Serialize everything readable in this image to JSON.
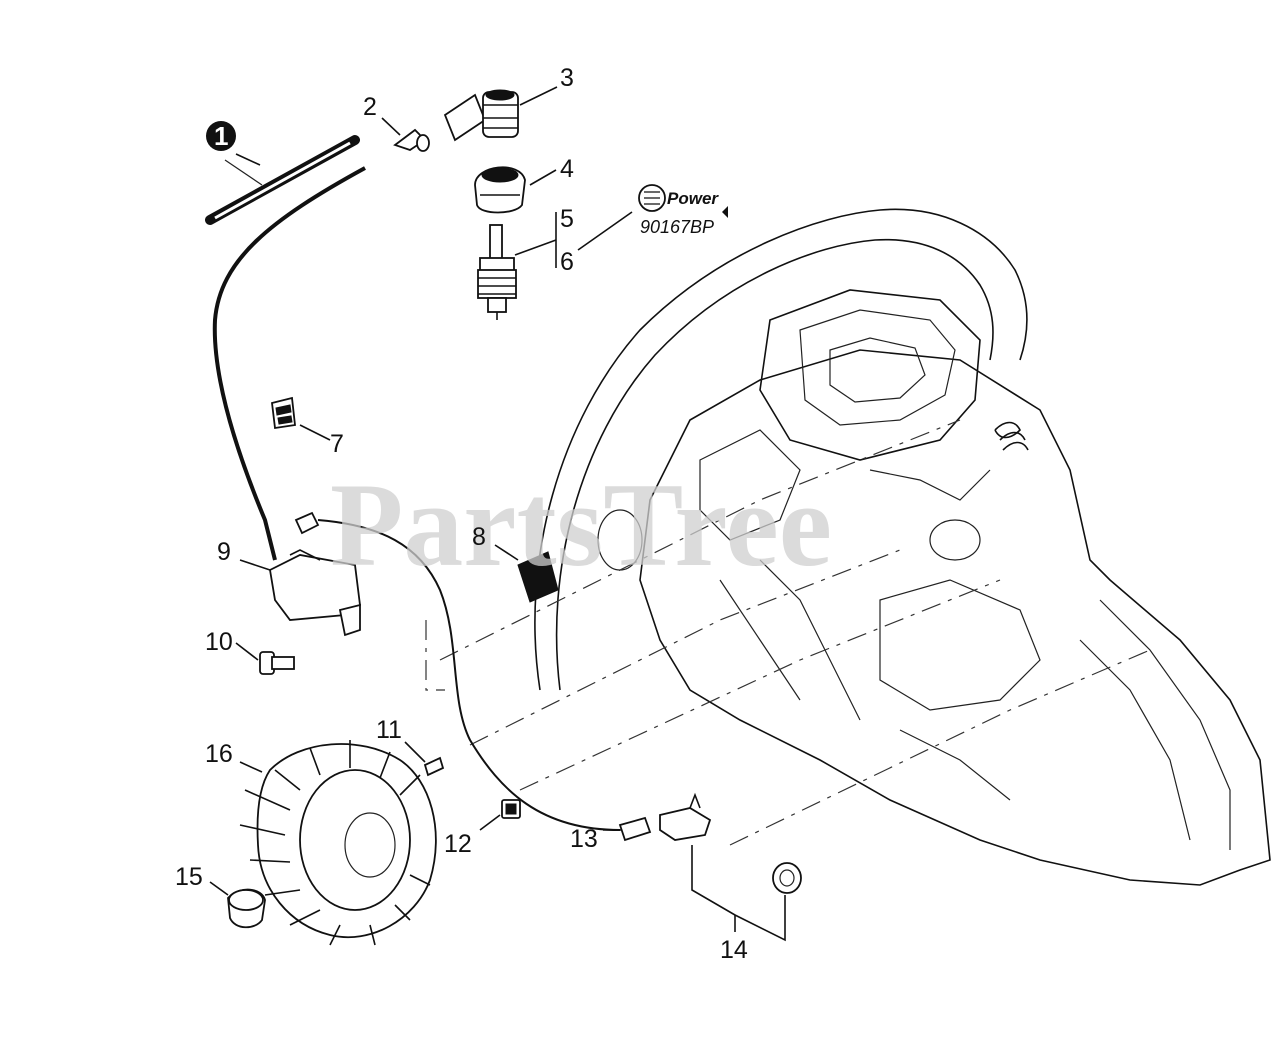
{
  "watermark": "PartsTree",
  "brand": {
    "name": "Power",
    "part_number": "90167BP"
  },
  "callouts": {
    "c1": "1",
    "c2": "2",
    "c3": "3",
    "c4": "4",
    "c5": "5",
    "c6": "6",
    "c7": "7",
    "c8": "8",
    "c9": "9",
    "c10": "10",
    "c11": "11",
    "c12": "12",
    "c13": "13",
    "c14": "14",
    "c15": "15",
    "c16": "16"
  }
}
